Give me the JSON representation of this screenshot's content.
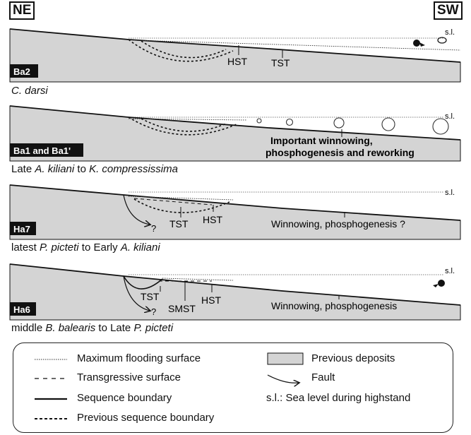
{
  "direction": {
    "left": "NE",
    "right": "SW"
  },
  "sea_level_label": "s.l.",
  "panels": [
    {
      "code": "Ba2",
      "stage": {
        "pre": "",
        "a": "C. darsi",
        "mid": "",
        "b": "",
        "post": ""
      },
      "labels": [
        "HST",
        "TST"
      ]
    },
    {
      "code": "Ba1 and Ba1'",
      "stage": {
        "pre": "Late ",
        "a": "A. kiliani",
        "mid": " to ",
        "b": "K. compressissima",
        "post": ""
      },
      "labels": [
        "Important winnowing,",
        "phosphogenesis and reworking"
      ]
    },
    {
      "code": "Ha7",
      "stage": {
        "pre": "latest ",
        "a": "P. picteti",
        "mid": " to Early ",
        "b": "A. kiliani",
        "post": ""
      },
      "labels": [
        "TST",
        "HST",
        "Winnowing, phosphogenesis ?",
        "?"
      ]
    },
    {
      "code": "Ha6",
      "stage": {
        "pre": "middle ",
        "a": "B. balearis",
        "mid": " to Late ",
        "b": "P. picteti",
        "post": ""
      },
      "labels": [
        "TST",
        "SMST",
        "HST",
        "Winnowing, phosphogenesis",
        "?"
      ]
    }
  ],
  "legend": {
    "mfs": "Maximum flooding surface",
    "ts": "Transgressive surface",
    "sb": "Sequence boundary",
    "psb": "Previous sequence boundary",
    "prev": "Previous deposits",
    "fault": "Fault",
    "sl": "s.l.: Sea level during highstand"
  },
  "colors": {
    "deposits": "#d4d4d4",
    "lines": "#111111",
    "panel_code_bg": "#111111"
  }
}
